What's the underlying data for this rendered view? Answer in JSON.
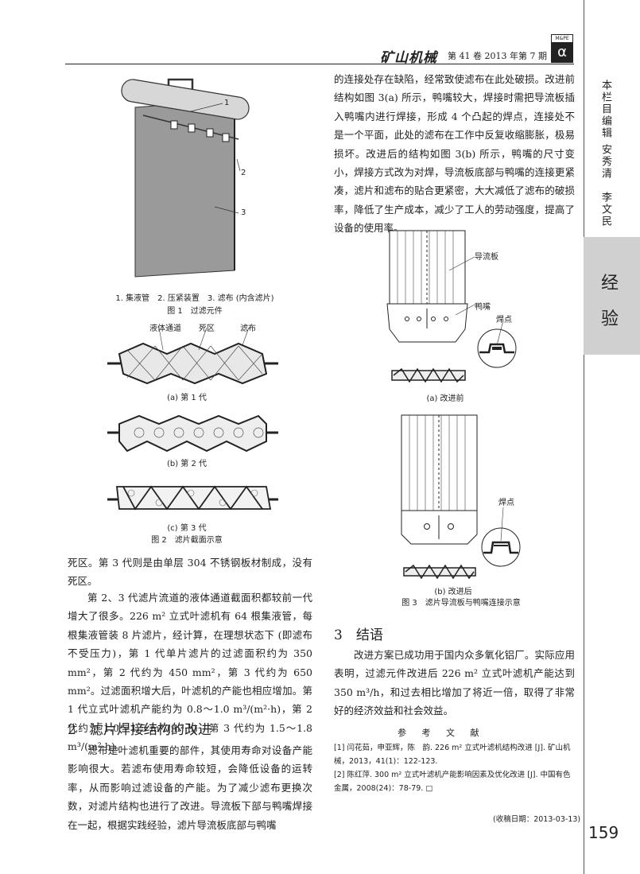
{
  "header": {
    "journal": "矿山机械",
    "issue": "第 41 卷 2013 年第 7 期",
    "logo_top": "M&PE",
    "logo_symbol": "α"
  },
  "sidebar": {
    "editor_label": "本栏目编辑",
    "editors": "安秀清　李文民",
    "section_chars": [
      "经",
      "验"
    ]
  },
  "page_number": "159",
  "figures": {
    "fig1": {
      "labels": [
        "1",
        "2",
        "3"
      ],
      "legend": "1. 集液管　2. 压紧装置　3. 滤布 (内含滤片)",
      "caption": "图 1　过滤元件"
    },
    "fig2": {
      "labels": [
        "液体通道",
        "死区",
        "滤布"
      ],
      "sub_a": "(a) 第 1 代",
      "sub_b": "(b) 第 2 代",
      "sub_c": "(c) 第 3 代",
      "caption": "图 2　滤片截面示意"
    },
    "fig3": {
      "labels_a": [
        "导流板",
        "鸭嘴",
        "焊点"
      ],
      "sub_a": "(a) 改进前",
      "label_b": "焊点",
      "sub_b": "(b) 改进后",
      "caption": "图 3　滤片导流板与鸭嘴连接示意"
    }
  },
  "left": {
    "p1": "死区。第 3 代则是由单层 304 不锈钢板材制成，没有死区。",
    "p2": "第 2、3 代滤片流道的液体通道截面积都较前一代增大了很多。226 m² 立式叶滤机有 64 根集液管，每根集液管装 8 片滤片，经计算，在理想状态下 (即滤布不受压力)，第 1 代单片滤片的过滤面积约为 350 mm²，第 2 代约为 450 mm²，第 3 代约为 650 mm²。过滤面积增大后，叶滤机的产能也相应增加。第 1 代立式叶滤机产能约为 0.8～1.0 m³/(m²·h)，第 2 代约为 1.0～1.5 m³/(m²·h)，第 3 代约为 1.5～1.8 m³/(m²·h)。",
    "h2": "2　滤片焊接结构的改进",
    "p3": "滤布是叶滤机重要的部件，其使用寿命对设备产能影响很大。若滤布使用寿命较短，会降低设备的运转率，从而影响过滤设备的产能。为了减少滤布更换次数，对滤片结构也进行了改进。导流板下部与鸭嘴焊接在一起，根据实践经验，滤片导流板底部与鸭嘴"
  },
  "right": {
    "p1": "的连接处存在缺陷，经常致使滤布在此处破损。改进前结构如图 3(a) 所示，鸭嘴较大，焊接时需把导流板插入鸭嘴内进行焊接，形成 4 个凸起的焊点，连接处不是一个平面，此处的滤布在工作中反复收缩膨胀，极易损坏。改进后的结构如图 3(b) 所示，鸭嘴的尺寸变小，焊接方式改为对焊，导流板底部与鸭嘴的连接更紧凑，滤片和滤布的贴合更紧密，大大减低了滤布的破损率，降低了生产成本，减少了工人的劳动强度，提高了设备的使用率。",
    "h3": "3　结语",
    "p2": "改进方案已成功用于国内众多氧化铝厂。实际应用表明，过滤元件改进后 226 m² 立式叶滤机产能达到 350 m³/h，和过去相比增加了将近一倍，取得了非常好的经济效益和社会效益。",
    "refs_title": "参 考 文 献",
    "refs": [
      "[1]  闫花茹，申亚辉，陈　韵. 226 m² 立式叶滤机结构改进 [J]. 矿山机械，2013，41(1)：122-123.",
      "[2]  陈红萍. 300 m² 立式叶滤机产能影响因素及优化改进 [J]. 中国有色金属，2008(24)：78-79.  □"
    ],
    "received": "(收稿日期：2013-03-13)"
  }
}
